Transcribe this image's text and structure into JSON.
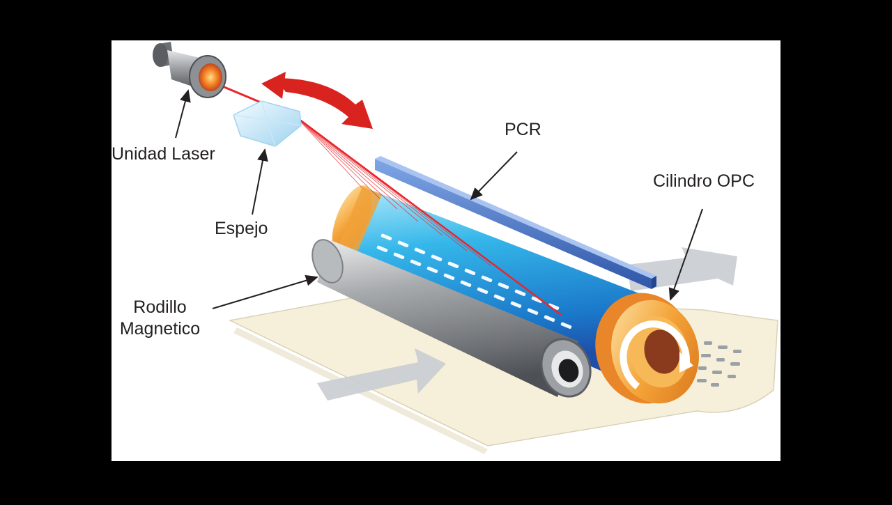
{
  "labels": {
    "laser": "Unidad Laser",
    "mirror": "Espejo",
    "pcr": "PCR",
    "opc": "Cilindro OPC",
    "magnetic_line1": "Rodillo",
    "magnetic_line2": "Magnetico"
  },
  "colors": {
    "frame": "#000000",
    "panel": "#ffffff",
    "laser_beam": "#e8262c",
    "rotation_arrow": "#d9231f",
    "pcr_bar": "#3f6fc2",
    "opc_drum": "#2aa9e0",
    "opc_end": "#f2a33a",
    "magnetic_roller": "#8c8f93",
    "paper": "#f7f1dc",
    "flow_arrow": "#c9cdd3"
  },
  "icons": [
    "laser-unit-icon",
    "mirror-prism-icon",
    "rotation-arrow-icon",
    "direction-arrow-icon"
  ]
}
